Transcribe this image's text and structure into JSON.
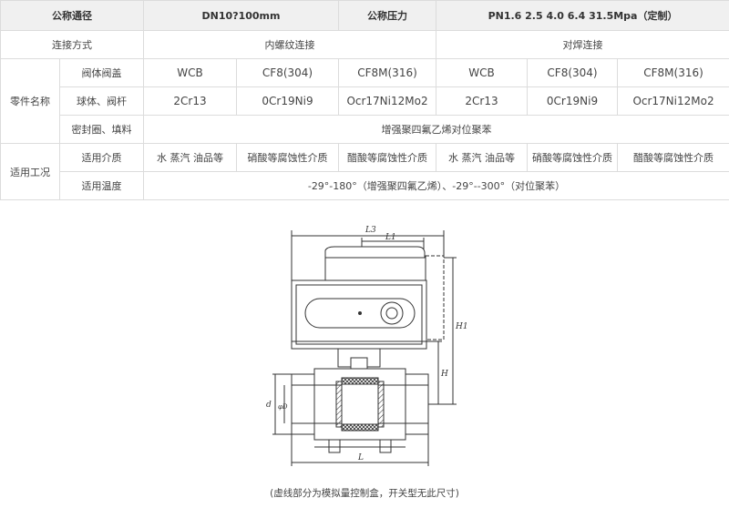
{
  "table": {
    "header": {
      "nominal_diameter_label": "公称通径",
      "nominal_diameter_value": "DN10?100mm",
      "nominal_pressure_label": "公称压力",
      "nominal_pressure_value": "PN1.6 2.5 4.0 6.4 31.5Mpa（定制）"
    },
    "connection": {
      "label": "连接方式",
      "threaded": "内螺纹连接",
      "welded": "对焊连接"
    },
    "parts": {
      "group_label": "零件名称",
      "body": {
        "label": "阀体阀盖",
        "values": [
          "WCB",
          "CF8(304)",
          "CF8M(316)",
          "WCB",
          "CF8(304)",
          "CF8M(316)"
        ]
      },
      "ball_stem": {
        "label": "球体、阀杆",
        "values": [
          "2Cr13",
          "0Cr19Ni9",
          "Ocr17Ni12Mo2",
          "2Cr13",
          "0Cr19Ni9",
          "Ocr17Ni12Mo2"
        ]
      },
      "seal": {
        "label": "密封圈、填料",
        "value": "增强聚四氟乙烯对位聚苯"
      }
    },
    "conditions": {
      "group_label": "适用工况",
      "media": {
        "label": "适用介质",
        "values": [
          "水 蒸汽 油品等",
          "硝酸等腐蚀性介质",
          "醋酸等腐蚀性介质",
          "水 蒸汽 油品等",
          "硝酸等腐蚀性介质",
          "醋酸等腐蚀性介质"
        ]
      },
      "temperature": {
        "label": "适用温度",
        "value": "-29°-180°（增强聚四氟乙烯）、-29°--300°（对位聚苯）"
      }
    }
  },
  "drawing": {
    "dimension_labels": {
      "l3": "L3",
      "l1": "L1",
      "l": "L",
      "h1": "H1",
      "h": "H",
      "d": "d",
      "phi_d": "φD"
    }
  },
  "caption": "(虚线部分为模拟量控制盒，开关型无此尺寸)"
}
